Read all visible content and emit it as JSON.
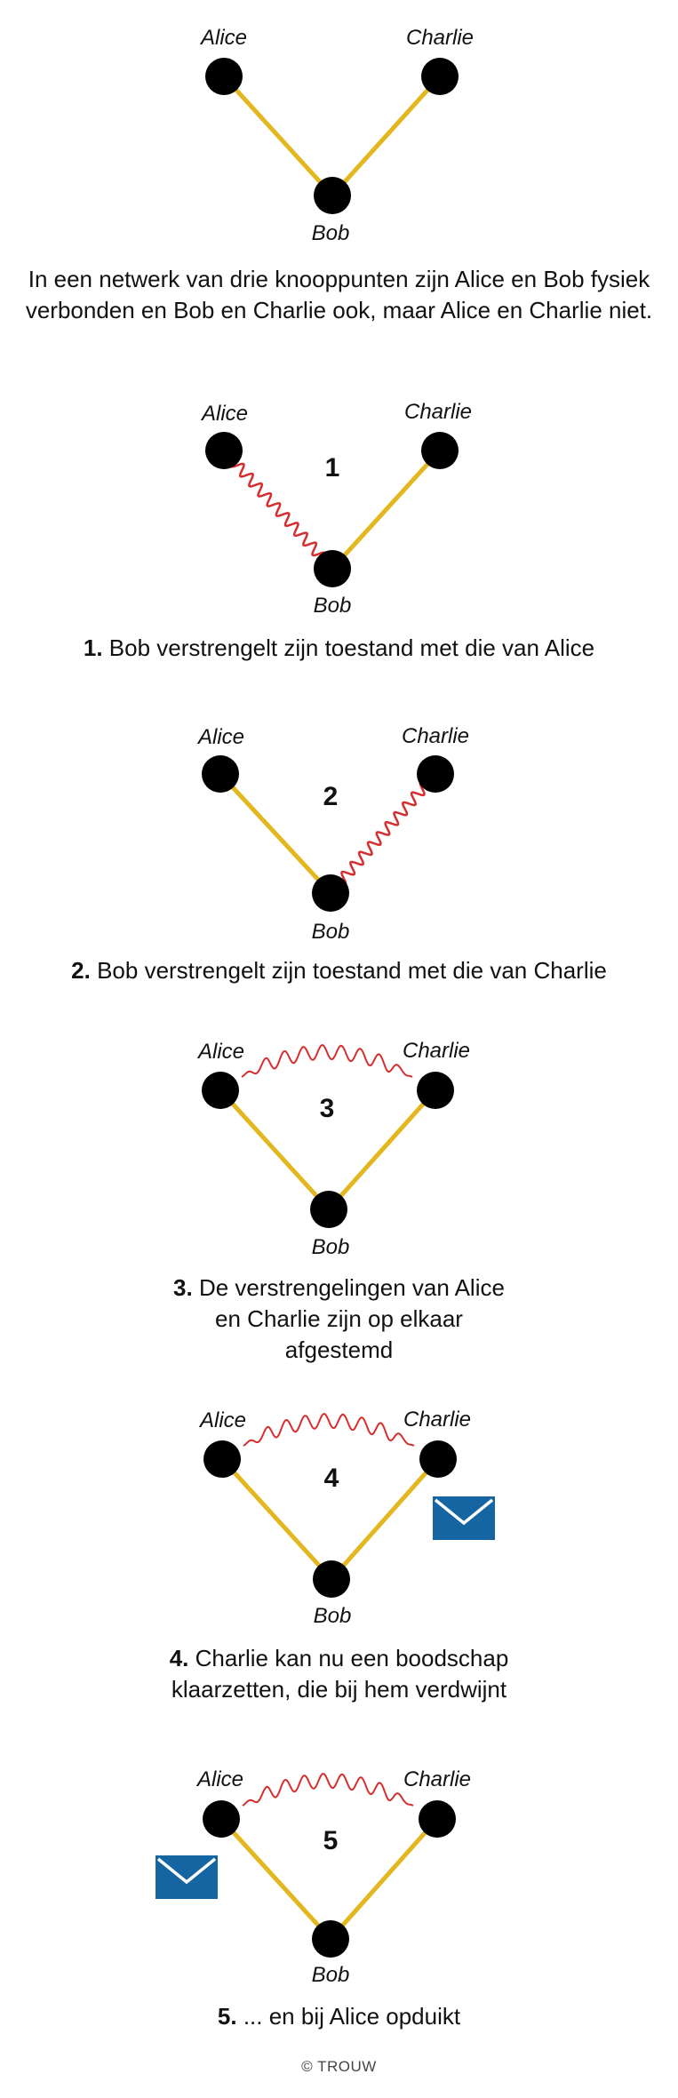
{
  "nodes": {
    "alice": "Alice",
    "bob": "Bob",
    "charlie": "Charlie"
  },
  "colors": {
    "link": "#e2b71f",
    "entanglement": "#d62e2e",
    "node": "#000000",
    "envelope": "#1565a3"
  },
  "intro": "In een netwerk van drie knooppunten zijn Alice en Bob fysiek verbonden en Bob en Charlie ook, maar Alice en Charlie niet.",
  "steps": [
    {
      "number": "1",
      "caption_num": "1.",
      "caption_text": "Bob verstrengelt zijn toestand met die van Alice"
    },
    {
      "number": "2",
      "caption_num": "2.",
      "caption_text": "Bob verstrengelt zijn toestand met die van Charlie"
    },
    {
      "number": "3",
      "caption_num": "3.",
      "caption_text": "De verstrengelingen van Alice en Charlie zijn op elkaar afgestemd"
    },
    {
      "number": "4",
      "caption_num": "4.",
      "caption_text": "Charlie kan nu een boodschap klaarzetten, die bij hem verdwijnt"
    },
    {
      "number": "5",
      "caption_num": "5.",
      "caption_text": "... en bij Alice opduikt"
    }
  ],
  "credit": "© TROUW",
  "icons": [
    "envelope-icon"
  ]
}
